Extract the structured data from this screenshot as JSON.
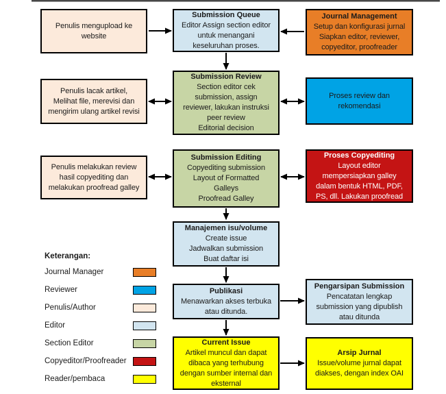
{
  "colors": {
    "journal_manager": "#E87E27",
    "reviewer": "#00A3E5",
    "author": "#FCEADB",
    "editor": "#D2E5F0",
    "section_editor": "#C7D5A5",
    "copyeditor": "#C41414",
    "reader": "#FFFF00",
    "outline": "#000000",
    "text": "#1A1A1A",
    "text_on_red": "#FFFFFF",
    "top_rule": "#474747"
  },
  "boxes": {
    "author_upload": {
      "body": [
        "Penulis mengupload ke",
        "website"
      ]
    },
    "submission_queue": {
      "title": "Submission Queue",
      "body": [
        "Editor Assign section editor",
        "untuk menangani",
        "keseluruhan proses."
      ]
    },
    "journal_management": {
      "title": "Journal Management",
      "body": [
        "Setup dan konfigurasi jurnal",
        "Siapkan editor, reviewer,",
        "copyeditor, proofreader"
      ]
    },
    "author_track": {
      "body": [
        "Penulis lacak artikel,",
        "Melihat file, merevisi dan",
        "mengirim ulang artikel revisi"
      ]
    },
    "submission_review": {
      "title": "Submission Review",
      "body": [
        "Section editor cek",
        "submission, assign",
        "reviewer, lakukan instruksi",
        "peer review",
        "Editorial decision"
      ]
    },
    "review_process": {
      "body": [
        "Proses review dan",
        "rekomendasi"
      ]
    },
    "author_copyedit": {
      "body": [
        "Penulis melakukan review",
        "hasil copyediting dan",
        "melakukan proofread galley"
      ]
    },
    "submission_editing": {
      "title": "Submission Editing",
      "body": [
        "Copyediting submission",
        "Layout of Formatted",
        "Galleys",
        "Proofread Galley"
      ]
    },
    "copyediting_process": {
      "title": "Proses Copyediting",
      "body": [
        "Layout editor",
        "mempersiapkan galley",
        "dalam bentuk HTML, PDF,",
        "PS, dll. Lakukan proofread"
      ]
    },
    "issue_management": {
      "title": "Manajemen isu/volume",
      "body": [
        "Create issue",
        "Jadwalkan submission",
        "Buat daftar isi"
      ]
    },
    "publication": {
      "title": "Publikasi",
      "body": [
        "Menawarkan akses terbuka",
        "atau ditunda."
      ]
    },
    "archiving": {
      "title": "Pengarsipan Submission",
      "body": [
        "Pencatatan lengkap",
        "submission yang dipublish",
        "atau ditunda"
      ]
    },
    "current_issue": {
      "title": "Current Issue",
      "body": [
        "Artikel muncul dan dapat",
        "dibaca yang terhubung",
        "dengan sumber internal dan",
        "eksternal"
      ]
    },
    "journal_archive": {
      "title": "Arsip Jurnal",
      "body": [
        "Issue/volume jurnal dapat",
        "diakses, dengan index OAI"
      ]
    }
  },
  "legend": {
    "title": "Keterangan:",
    "items": [
      {
        "label": "Journal Manager",
        "color": "#E87E27"
      },
      {
        "label": "Reviewer",
        "color": "#00A3E5"
      },
      {
        "label": "Penulis/Author",
        "color": "#FCEADB"
      },
      {
        "label": "Editor",
        "color": "#D2E5F0"
      },
      {
        "label": "Section Editor",
        "color": "#C7D5A5"
      },
      {
        "label": "Copyeditor/Proofreader",
        "color": "#C41414"
      },
      {
        "label": "Reader/pembaca",
        "color": "#FFFF00"
      }
    ]
  }
}
